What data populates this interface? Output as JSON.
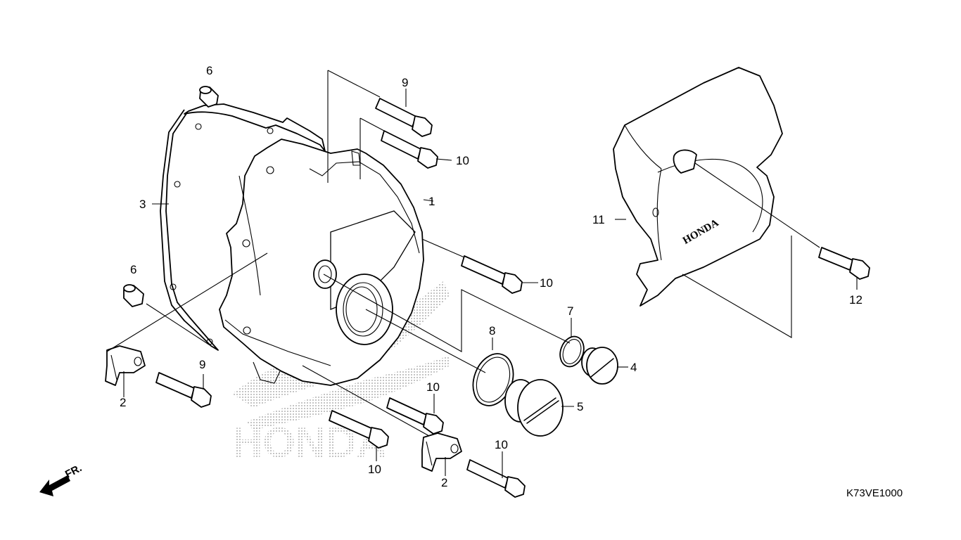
{
  "diagram": {
    "labels": {
      "p1": "1",
      "p2a": "2",
      "p2b": "2",
      "p3": "3",
      "p4": "4",
      "p5": "5",
      "p6a": "6",
      "p6b": "6",
      "p7": "7",
      "p8": "8",
      "p9a": "9",
      "p9b": "9",
      "p10a": "10",
      "p10b": "10",
      "p10c": "10",
      "p10d": "10",
      "p10e": "10",
      "p11": "11",
      "p12": "12"
    },
    "diagram_code": "K73VE1000",
    "front_indicator": "FR.",
    "cover_brand": "HONDA",
    "watermark_text": "HONDA"
  }
}
